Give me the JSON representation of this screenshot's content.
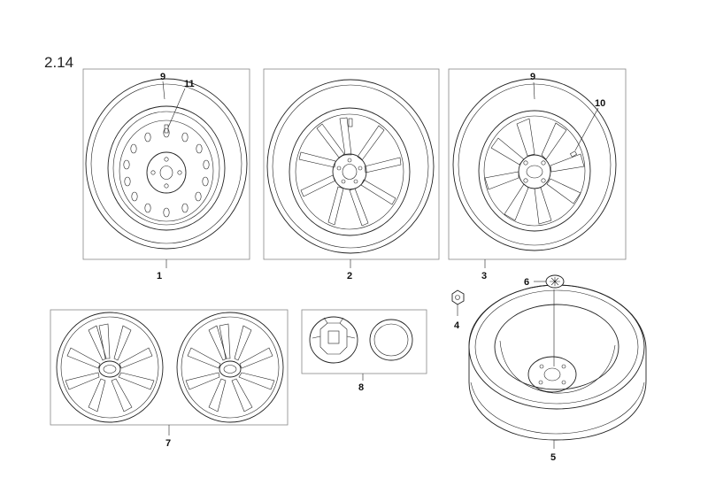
{
  "diagram": {
    "section_number": "2.14",
    "callouts": {
      "c1": "1",
      "c2": "2",
      "c3": "3",
      "c4": "4",
      "c5": "5",
      "c6": "6",
      "c7": "7",
      "c8": "8",
      "c9a": "9",
      "c9b": "9",
      "c10": "10",
      "c11": "11"
    }
  }
}
